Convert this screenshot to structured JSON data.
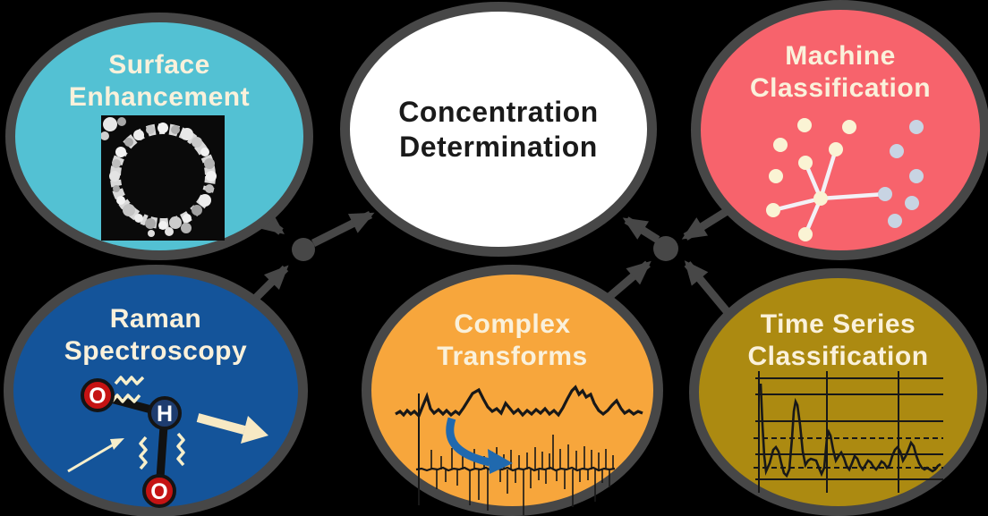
{
  "diagram_title": "Concentration Determination workflow diagram",
  "nodes": [
    {
      "id": "surface-enhancement",
      "label": "Surface\nEnhancement",
      "fill": "#53C1D3",
      "text_color": "#FAF1DB",
      "illustration": "sem-ring-image"
    },
    {
      "id": "concentration-determination",
      "label": "Concentration\nDetermination",
      "fill": "#FFFFFF",
      "text_color": "#1A1A1A",
      "illustration": null
    },
    {
      "id": "machine-classification",
      "label": "Machine\nClassification",
      "fill": "#F7636C",
      "text_color": "#FAF1DB",
      "illustration": "knn-scatter"
    },
    {
      "id": "raman-spectroscopy",
      "label": "Raman\nSpectroscopy",
      "fill": "#14549A",
      "text_color": "#FAF1DB",
      "illustration": "water-molecule"
    },
    {
      "id": "complex-transforms",
      "label": "Complex\nTransforms",
      "fill": "#F7A63C",
      "text_color": "#FAF1DB",
      "illustration": "spectrum-transform"
    },
    {
      "id": "time-series-classification",
      "label": "Time Series\nClassification",
      "fill": "#AC8A11",
      "text_color": "#FAF1DB",
      "illustration": "time-series-plot"
    }
  ],
  "edges": [
    {
      "from": "surface-enhancement",
      "to": "left-junction"
    },
    {
      "from": "raman-spectroscopy",
      "to": "left-junction"
    },
    {
      "from": "left-junction",
      "to": "concentration-determination"
    },
    {
      "from": "machine-classification",
      "to": "right-junction"
    },
    {
      "from": "complex-transforms",
      "to": "right-junction"
    },
    {
      "from": "time-series-classification",
      "to": "right-junction"
    },
    {
      "from": "right-junction",
      "to": "concentration-determination"
    }
  ],
  "raman": {
    "atoms": [
      {
        "symbol": "O"
      },
      {
        "symbol": "H"
      },
      {
        "symbol": "O"
      }
    ]
  },
  "colors": {
    "background": "#000000",
    "outline_and_arrows": "#474747",
    "cream_text": "#FAF1DB",
    "scatter_dot_cream": "#FAF3D4",
    "scatter_dot_bluegray": "#C8D4E3",
    "scatter_link_white": "#F3F1F6",
    "atom_oxygen_red": "#C51313",
    "atom_hydrogen_navy": "#1E3C6F",
    "transform_arrow_blue": "#2069AE",
    "trace_black": "#181818"
  }
}
